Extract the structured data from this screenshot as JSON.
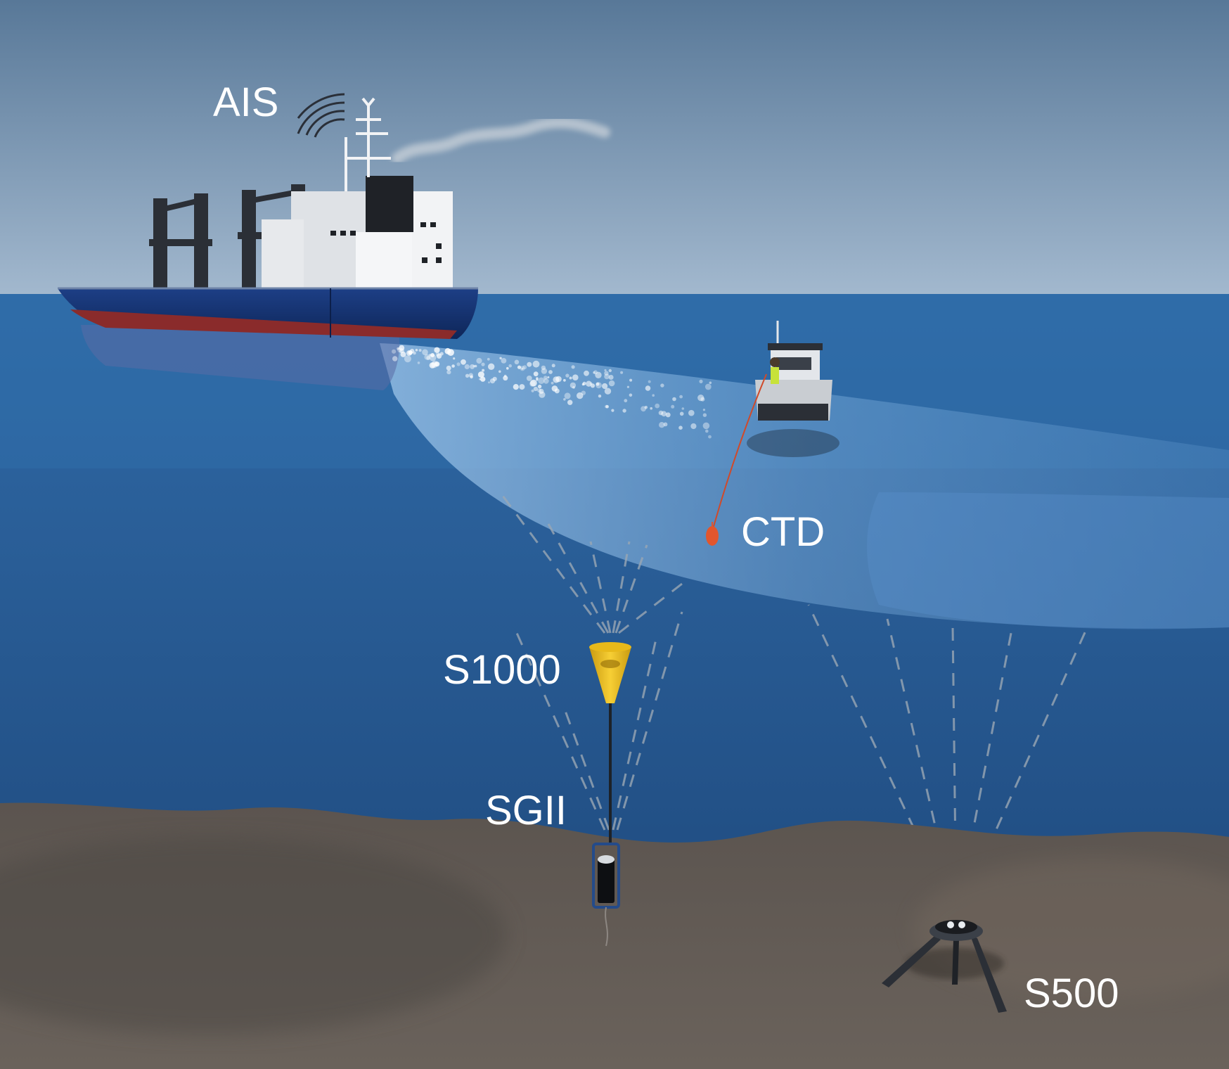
{
  "labels": {
    "ais": "AIS",
    "ctd": "CTD",
    "s1000": "S1000",
    "sgii": "SGII",
    "s500": "S500"
  },
  "colors": {
    "sky_top": "#5a7a9e",
    "sky_bottom": "#9db3cb",
    "sea_surface": "#2f69a8",
    "sea_deep": "#1e4a7c",
    "seabed": "#5e5650",
    "hull": "#14316e",
    "hull_stripe": "#8a2b2b",
    "s1000_cone": "#f2c21c",
    "ctd_probe": "#e2562d",
    "label": "#ffffff"
  }
}
